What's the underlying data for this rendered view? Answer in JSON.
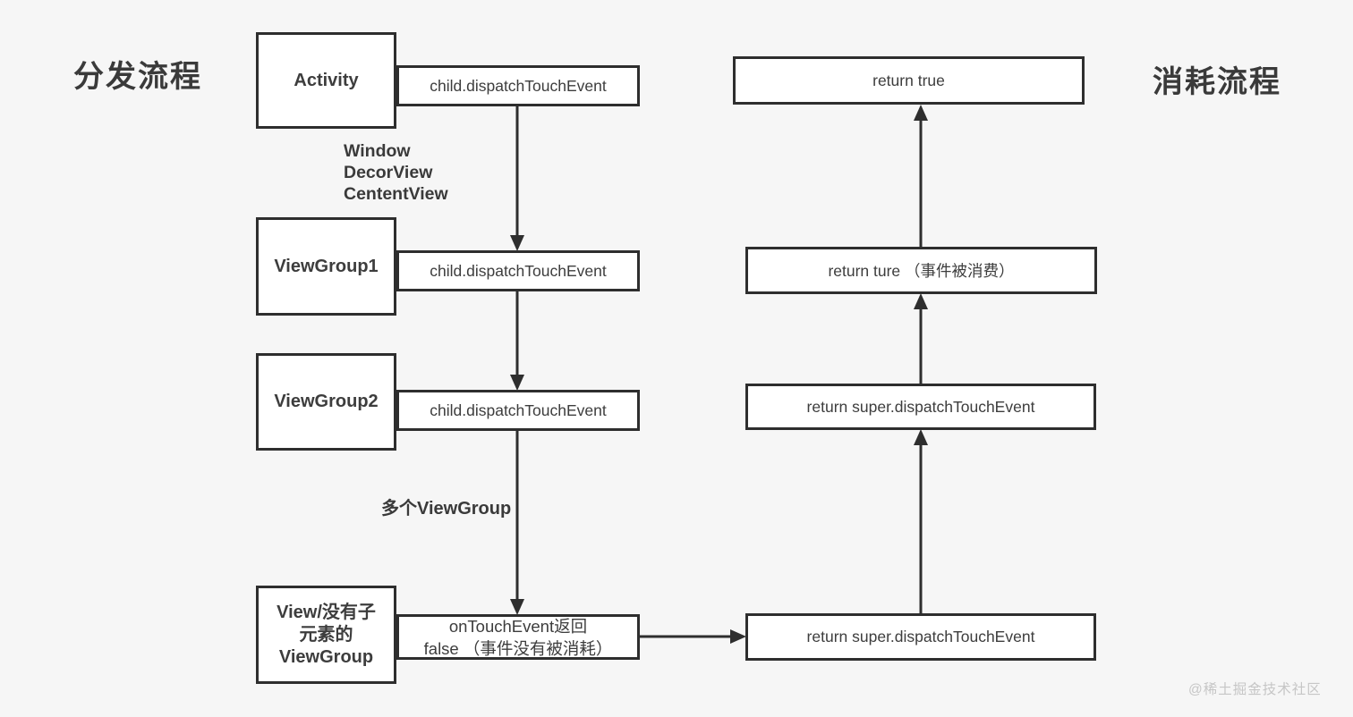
{
  "canvas": {
    "background": "#f6f6f6",
    "line_color": "#2e2e2e",
    "box_border_color": "#2e2e2e",
    "box_background": "#ffffff",
    "text_color": "#3d3d3d"
  },
  "titles": {
    "dispatch": "分发流程",
    "consume": "消耗流程"
  },
  "dispatch_column": {
    "activity_label": "Activity",
    "viewgroup1_label": "ViewGroup1",
    "viewgroup2_label": "ViewGroup2",
    "view_box_lines": [
      "View/没有子",
      "元素的",
      "ViewGroup"
    ],
    "child_dispatch_1": "child.dispatchTouchEvent",
    "child_dispatch_2": "child.dispatchTouchEvent",
    "child_dispatch_3": "child.dispatchTouchEvent",
    "window_annotation_lines": [
      "Window",
      "DecorView",
      "CententView"
    ],
    "multi_viewgroup_label": "多个ViewGroup",
    "ontouch_lines": [
      "onTouchEvent返回",
      "false （事件没有被消耗）"
    ]
  },
  "consume_column": {
    "return_true": "return true",
    "return_ture": "return ture （事件被消费）",
    "return_super_1": "return super.dispatchTouchEvent",
    "return_super_2": "return super.dispatchTouchEvent"
  },
  "edges": [
    {
      "from": "activity-dispatch",
      "to": "viewgroup1-dispatch",
      "direction": "down"
    },
    {
      "from": "viewgroup1-dispatch",
      "to": "viewgroup2-dispatch",
      "direction": "down"
    },
    {
      "from": "viewgroup2-dispatch",
      "to": "ontouchevent-false",
      "direction": "down"
    },
    {
      "from": "ontouchevent-false",
      "to": "return-super-2",
      "direction": "right"
    },
    {
      "from": "return-super-2",
      "to": "return-super-1",
      "direction": "up"
    },
    {
      "from": "return-super-1",
      "to": "return-ture",
      "direction": "up"
    },
    {
      "from": "return-ture",
      "to": "return-true",
      "direction": "up"
    }
  ],
  "watermark": "@稀土掘金技术社区"
}
